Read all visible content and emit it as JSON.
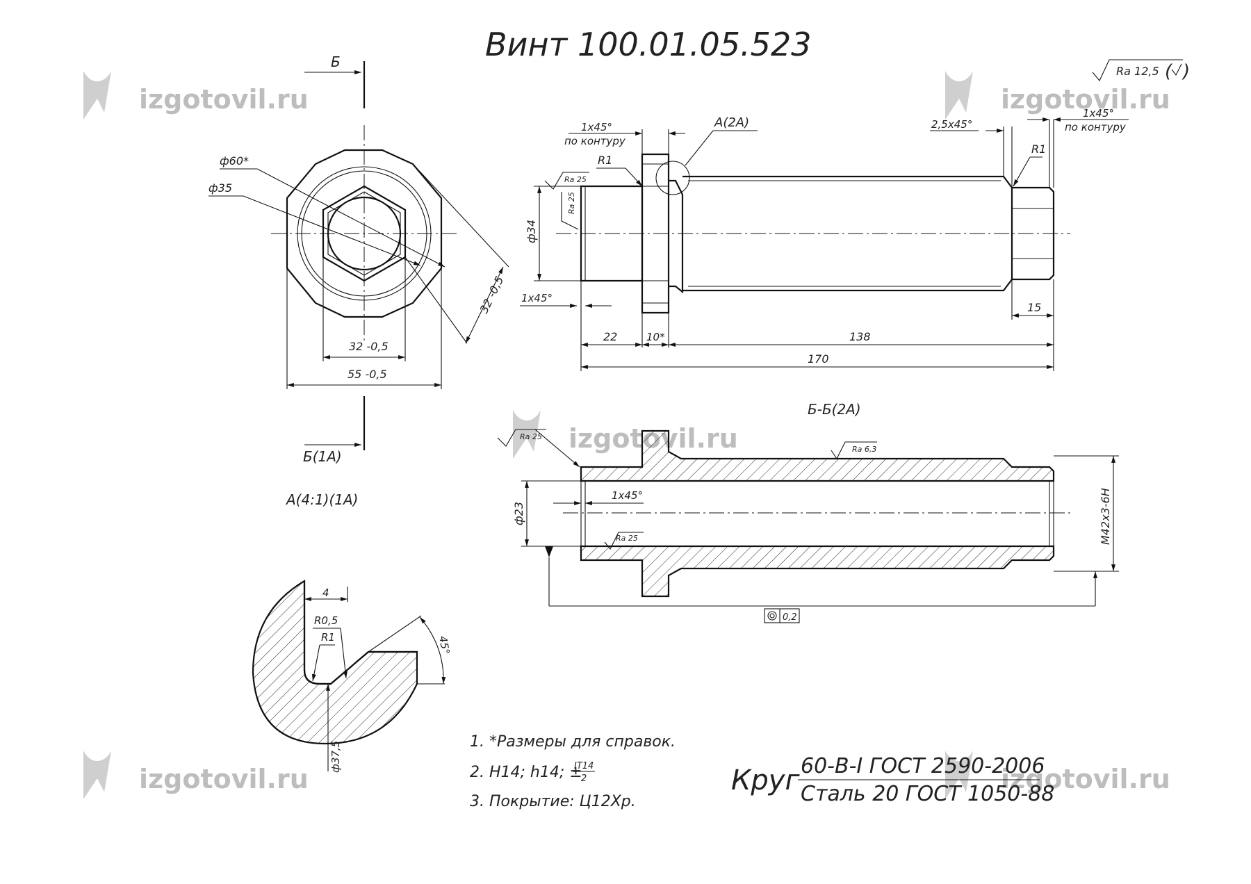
{
  "title": "Винт  100.01.05.523",
  "roughness_general": "Ra 12,5",
  "watermark": "izgotovil.ru",
  "hex_view": {
    "section_mark_top": "Б",
    "section_mark_bottom": "Б(1А)",
    "dim_phi60": "ф60*",
    "dim_phi35": "ф35",
    "dim_32a": "32 -0,5",
    "dim_55": "55 -0,5",
    "dim_32b": "32 -0,5"
  },
  "side_view": {
    "chamfer_left": "1x45°",
    "chamfer_left_note": "по контуру",
    "radius_left": "R1",
    "callout": "А(2А)",
    "chamfer_mid": "2,5x45°",
    "chamfer_right": "1x45°",
    "chamfer_right_note": "по контуру",
    "radius_right": "R1",
    "ra_face_1": "Ra 25",
    "ra_face_2": "Ra 25",
    "dim_phi34": "ф34",
    "chamfer_bottom": "1x45°",
    "dim_22": "22",
    "dim_10": "10*",
    "dim_138": "138",
    "dim_15": "15",
    "dim_170": "170"
  },
  "section_view": {
    "title": "Б-Б(2А)",
    "ra_left": "Ra 25",
    "ra_top": "Ra 6,3",
    "ra_bore": "Ra 25",
    "chamfer": "1x45°",
    "dim_phi23": "ф23",
    "thread": "M42x3-6H",
    "tolerance": "0,2"
  },
  "detail_view": {
    "title": "А(4:1)(1А)",
    "dim_4": "4",
    "r05": "R0,5",
    "r1": "R1",
    "angle": "45°",
    "dim_phi37": "ф37,5"
  },
  "notes": [
    "1. *Размеры для справок.",
    "2. Н14; h14; ±",
    "3. Покрытие: Ц12Хр."
  ],
  "note2_fraction_top": "IT14",
  "note2_fraction_bottom": "2",
  "material": {
    "prefix": "Круг",
    "top": "60-В-I ГОСТ 2590-2006",
    "bottom": "Сталь 20 ГОСТ 1050-88"
  }
}
